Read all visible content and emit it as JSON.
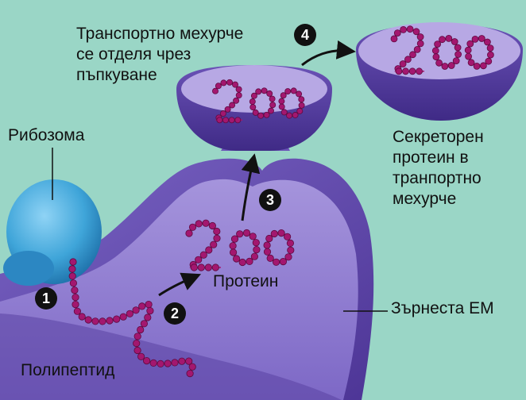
{
  "labels": {
    "vesicle_budding": [
      "Транспортно мехурче",
      "се отделя чрез",
      "пъпкуване"
    ],
    "ribosome": "Рибозома",
    "secretory_protein": [
      "Секреторен",
      "протеин в",
      "транпортно",
      "мехурче"
    ],
    "protein": "Протеин",
    "rough_er": "Зърнеста ЕМ",
    "polypeptide": "Полипептид"
  },
  "steps": [
    "1",
    "2",
    "3",
    "4"
  ],
  "colors": {
    "background": "#9ad6c6",
    "er_membrane": "#6a4fb0",
    "er_lumen": "#8e7ad0",
    "ribosome": "#3fa5d9",
    "protein_beads": "#a3176f",
    "step_badge": "#111111"
  }
}
